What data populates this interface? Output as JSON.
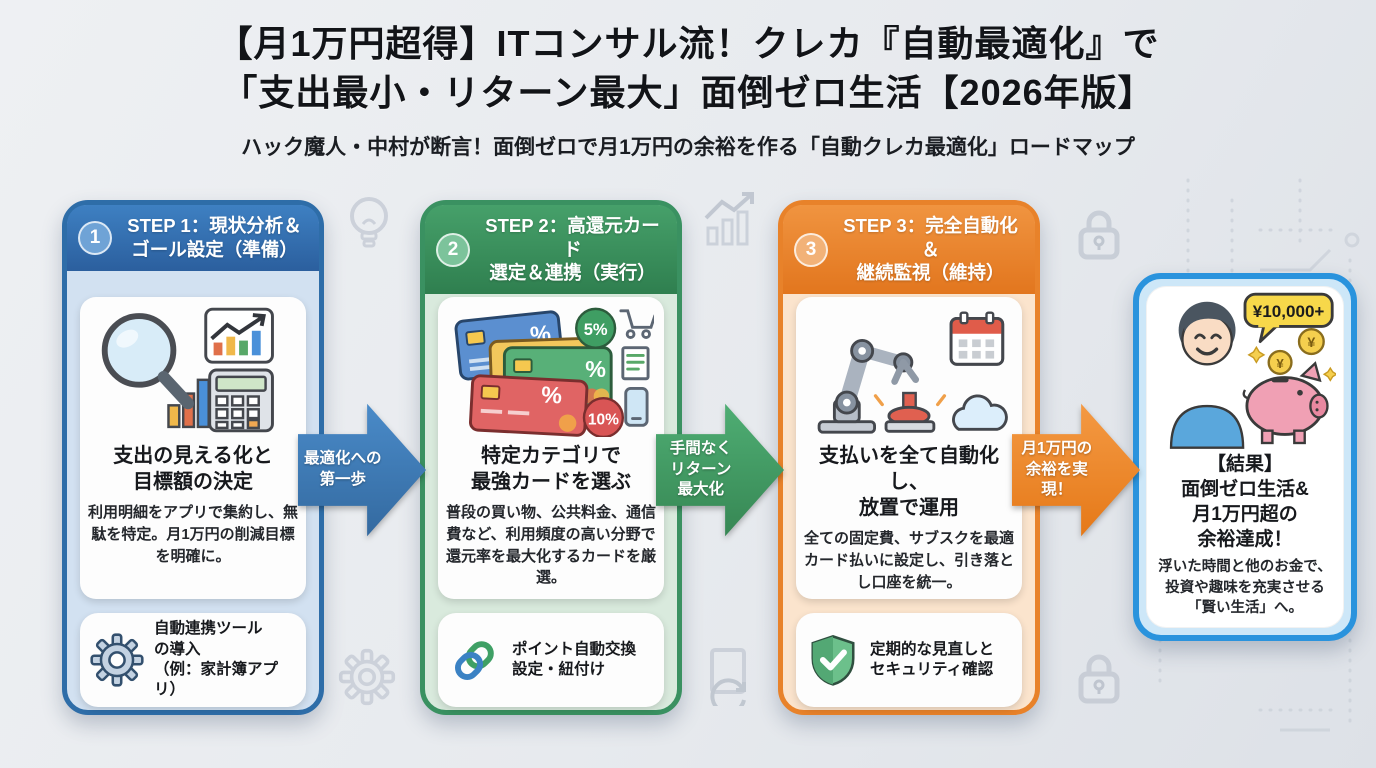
{
  "header": {
    "line1": "【月1万円超得】ITコンサル流！クレカ『自動最適化』で",
    "line2": "「支出最小・リターン最大」面倒ゼロ生活【2026年版】",
    "subtitle": "ハック魔人・中村が断言！面倒ゼロで月1万円の余裕を作る「自動クレカ最適化」ロードマップ"
  },
  "steps": [
    {
      "badge": "1",
      "header": "STEP 1：現状分析＆\nゴール設定（準備）",
      "heading": "支出の見える化と\n目標額の決定",
      "body": "利用明細をアプリで集約し、無駄を特定。月1万円の削減目標を明確に。",
      "footer": "自動連携ツール\nの導入\n（例：家計簿アプリ）",
      "accent": "#2e6da8"
    },
    {
      "badge": "2",
      "header": "STEP 2：高還元カード\n選定＆連携（実行）",
      "heading": "特定カテゴリで\n最強カードを選ぶ",
      "body": "普段の買い物、公共料金、通信費など、利用頻度の高い分野で還元率を最大化するカードを厳選。",
      "footer": "ポイント自動交換\n設定・紐付け",
      "accent": "#3a9161"
    },
    {
      "badge": "3",
      "header": "STEP 3：完全自動化＆\n継続監視（維持）",
      "heading": "支払いを全て自動化し、\n放置で運用",
      "body": "全ての固定費、サブスクを最適カード払いに設定し、引き落とし口座を統一。",
      "footer": "定期的な見直しと\nセキュリティ確認",
      "accent": "#e8822a"
    }
  ],
  "arrows": [
    {
      "label": "最適化への\n第一歩",
      "color": "#3b7ec0"
    },
    {
      "label": "手間なく\nリターン\n最大化",
      "color": "#43a169"
    },
    {
      "label": "月1万円の\n余裕を実現！",
      "color": "#f08a2c"
    }
  ],
  "result": {
    "bubble": "¥10,000+",
    "heading": "【結果】\n面倒ゼロ生活&\n月1万円超の\n余裕達成！",
    "body": "浮いた時間と他のお金で、投資や趣味を充実させる「賢い生活」へ。",
    "accent": "#2a93dd"
  },
  "icons": {
    "percent": "%",
    "badge5": "5%",
    "badge10": "10%",
    "yen": "¥"
  }
}
